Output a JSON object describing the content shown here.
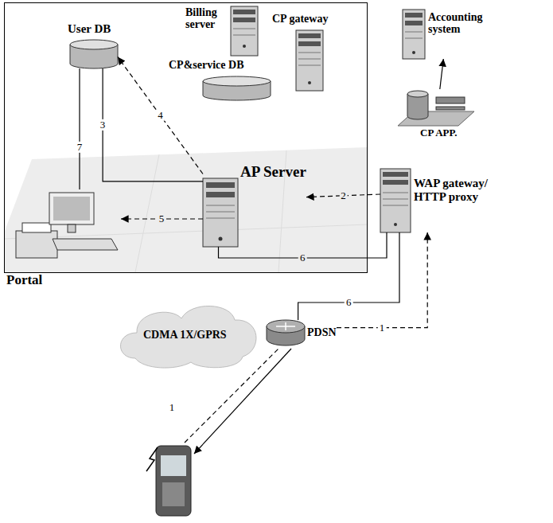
{
  "diagram": {
    "nodes": [
      {
        "text": [
          "Portal"
        ]
      },
      {
        "text": [
          "User DB"
        ],
        "in": 0
      },
      {
        "text": [
          "Billing server"
        ],
        "in": 0
      },
      {
        "text": [
          "CP gateway"
        ],
        "in": 0
      },
      {
        "text": [
          "CP&service DB"
        ],
        "in": 0
      },
      {
        "text": [
          "AP Server"
        ],
        "in": 0
      },
      {
        "text": [
          "Accounting system"
        ]
      },
      {
        "text": [
          "CP APP."
        ]
      },
      {
        "text": [
          "WAP gateway/ HTTP proxy"
        ]
      },
      {
        "text": [
          "PDSN"
        ]
      },
      {
        "text": [
          "CDMA 1X/GPRS"
        ]
      }
    ],
    "edges": [
      {
        "from": 8,
        "to": 5,
        "arrow": "to",
        "label": "2"
      },
      {
        "from": 5,
        "to": 1,
        "arrow": "to",
        "label": "4"
      },
      {
        "from": 5,
        "to": 1,
        "arrow": "none",
        "label": "3"
      },
      {
        "from": 5,
        "to": 8,
        "arrow": "none",
        "label": "6"
      },
      {
        "from": 9,
        "to": 8,
        "arrow": "to",
        "label": "1"
      },
      {
        "from": 8,
        "to": 9,
        "arrow": "none",
        "label": "6"
      },
      {
        "from": 7,
        "to": 6,
        "arrow": "to"
      }
    ],
    "labels": [
      "1",
      "5",
      "7"
    ]
  }
}
